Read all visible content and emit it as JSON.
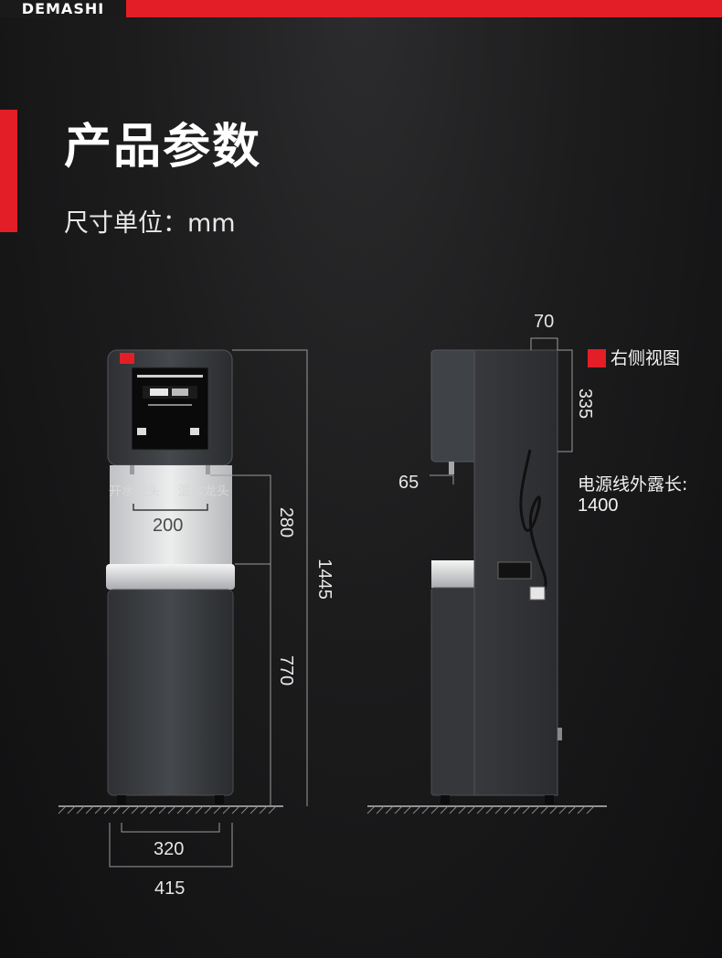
{
  "brand": {
    "logo_text": "DEMASHI",
    "accent_color": "#e41e26"
  },
  "header": {
    "title": "产品参数",
    "subtitle": "尺寸单位：mm"
  },
  "front_view": {
    "faucet_labels": {
      "boiling": "开水龙头",
      "warm": "温水龙头"
    },
    "dimensions": {
      "faucet_spacing": "200",
      "faucet_height": "280",
      "base_height": "770",
      "total_height": "1445",
      "foot_width": "320",
      "body_width": "415"
    }
  },
  "side_view": {
    "label": "右侧视图",
    "dimensions": {
      "top_depth": "70",
      "top_height": "335",
      "faucet_depth": "65"
    },
    "cord": {
      "label": "电源线外露长:",
      "value": "1400"
    }
  }
}
